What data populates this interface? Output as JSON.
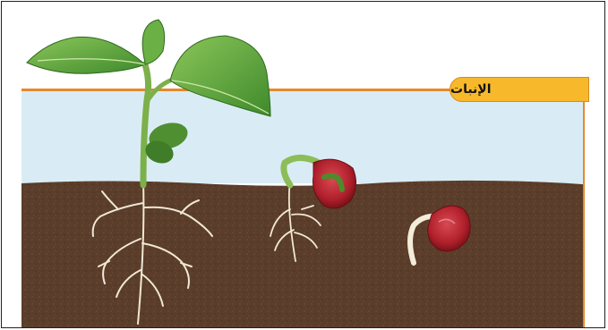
{
  "section_label": "الإنبات",
  "colors": {
    "sky": "#d9ecf5",
    "soil": "#5a3d2a",
    "orange_rule": "#e8882a",
    "tab_fill": "#f7b92b",
    "leaf_green": "#5aa83d",
    "seed_red": "#b8232f"
  },
  "stages": [
    "bean-seedling-mature",
    "bean-seedling-emerging",
    "bean-seed-germinating"
  ]
}
